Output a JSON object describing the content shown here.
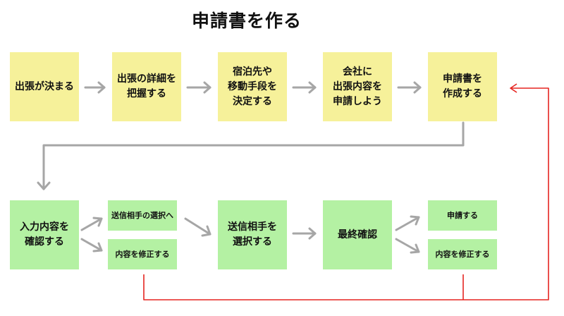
{
  "title": "申請書を作る",
  "row1": [
    "出張が決まる",
    "出張の詳細を\n把握する",
    "宿泊先や\n移動手段を\n決定する",
    "会社に\n出張内容を\n申請しよう",
    "申請書を\n作成する"
  ],
  "row2": {
    "input_check": "入力内容を\n確認する",
    "to_select_recipient": "送信相手の選択へ",
    "fix_content_left": "内容を修正する",
    "select_recipient": "送信相手を\n選択する",
    "final_check": "最終確認",
    "submit": "申請する",
    "fix_content_right": "内容を修正する"
  },
  "colors": {
    "step": "#f6f19a",
    "check": "#b4f1a3",
    "arrow": "#a6a6a6",
    "loop": "#e52521"
  }
}
